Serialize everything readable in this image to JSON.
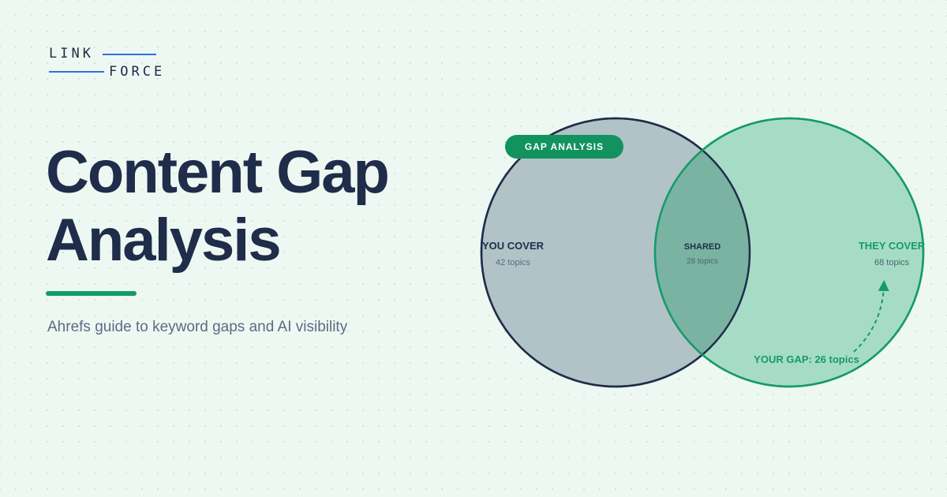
{
  "logo": {
    "line1": "LINK",
    "line2": "FORCE"
  },
  "title": {
    "line1": "Content Gap",
    "line2": "Analysis"
  },
  "subtitle": "Ahrefs guide to keyword gaps and AI visibility",
  "badge": "GAP ANALYSIS",
  "venn": {
    "left": {
      "label": "YOU COVER",
      "count": "42 topics"
    },
    "shared": {
      "label": "SHARED",
      "count": "28 topics"
    },
    "right": {
      "label": "THEY COVER",
      "count": "68 topics"
    },
    "gap_callout": "YOUR GAP: 26 topics"
  },
  "colors": {
    "background": "#eef8f2",
    "navy": "#1f2d4b",
    "green": "#159a6b",
    "left_circle_fill": "#b1c3c6",
    "right_circle_fill": "#a6dcc6",
    "overlap_fill": "#7ab3a1",
    "logo_accent": "#2f6fe0"
  }
}
